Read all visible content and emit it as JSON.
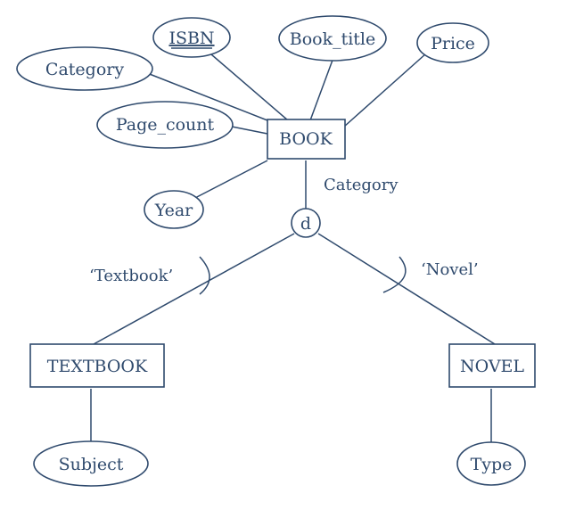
{
  "diagram": {
    "entities": {
      "book": "BOOK",
      "textbook": "TEXTBOOK",
      "novel": "NOVEL"
    },
    "attributes": {
      "isbn": "ISBN",
      "book_title": "Book_title",
      "price": "Price",
      "category": "Category",
      "page_count": "Page_count",
      "year": "Year",
      "subject": "Subject",
      "type": "Type"
    },
    "specialization": {
      "symbol": "d",
      "defining_attribute": "Category",
      "textbook_value": "‘Textbook’",
      "novel_value": "‘Novel’"
    }
  }
}
